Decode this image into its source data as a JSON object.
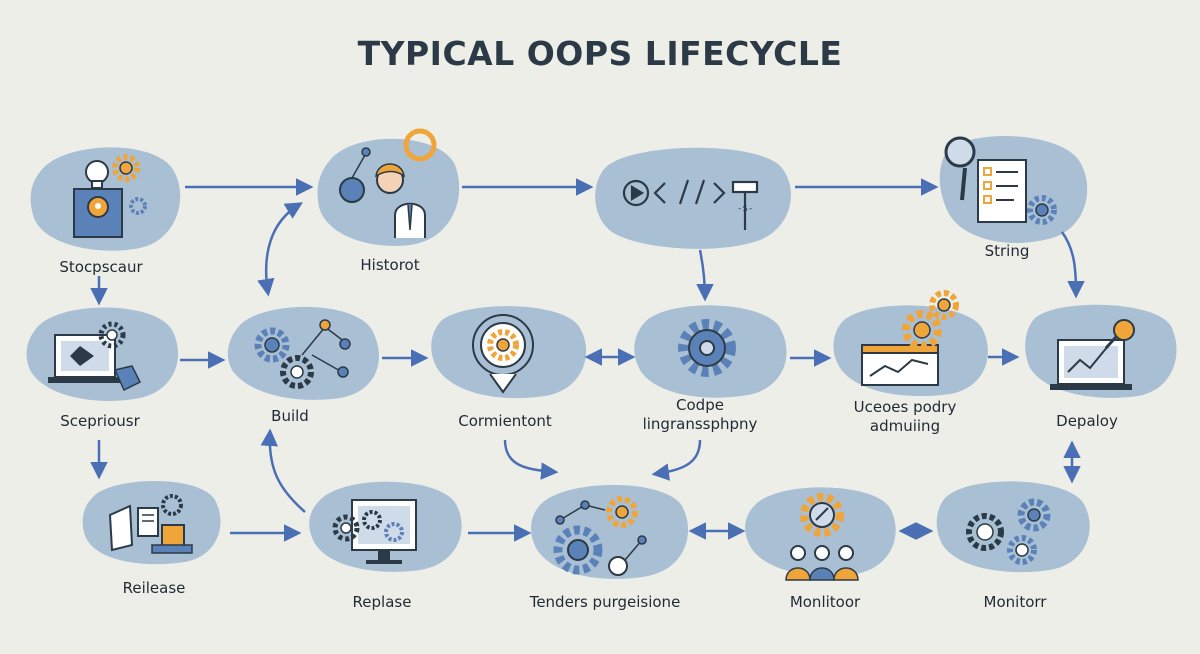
{
  "title": "TYPICAL OOPS LIFECYCLE",
  "nodes": [
    {
      "id": "n1",
      "label": "Stocpscaur",
      "icon": "pin-gear-icon"
    },
    {
      "id": "n2",
      "label": "Historot",
      "icon": "person-icon"
    },
    {
      "id": "n3",
      "label": "",
      "icon": "code-icon"
    },
    {
      "id": "n4",
      "label": "String",
      "icon": "checklist-icon"
    },
    {
      "id": "n5",
      "label": "Scepriousr",
      "icon": "laptop-icon"
    },
    {
      "id": "n6",
      "label": "Build",
      "icon": "gears-icon"
    },
    {
      "id": "n7",
      "label": "Cormientont",
      "icon": "gear-icon"
    },
    {
      "id": "n8",
      "label": "Codpe lingranssphpny",
      "icon": "gear-icon"
    },
    {
      "id": "n9",
      "label": "Uceoes podry admuiing",
      "icon": "chart-gear-icon"
    },
    {
      "id": "n10",
      "label": "Depaloy",
      "icon": "laptop-chart-icon"
    },
    {
      "id": "n11",
      "label": "Reilease",
      "icon": "package-icon"
    },
    {
      "id": "n12",
      "label": "Replase",
      "icon": "monitor-gears-icon"
    },
    {
      "id": "n13",
      "label": "Tenders purgeisione",
      "icon": "gears-icon"
    },
    {
      "id": "n14",
      "label": "Monlitoor",
      "icon": "team-gear-icon"
    },
    {
      "id": "n15",
      "label": "Monitorr",
      "icon": "gears-icon"
    }
  ],
  "colors": {
    "background": "#eeeee9",
    "blob": "#a9bfd4",
    "arrow": "#4a6fb5",
    "accent": "#f0a53a",
    "ink": "#2b3a46",
    "icon_blue": "#5b82b8"
  }
}
